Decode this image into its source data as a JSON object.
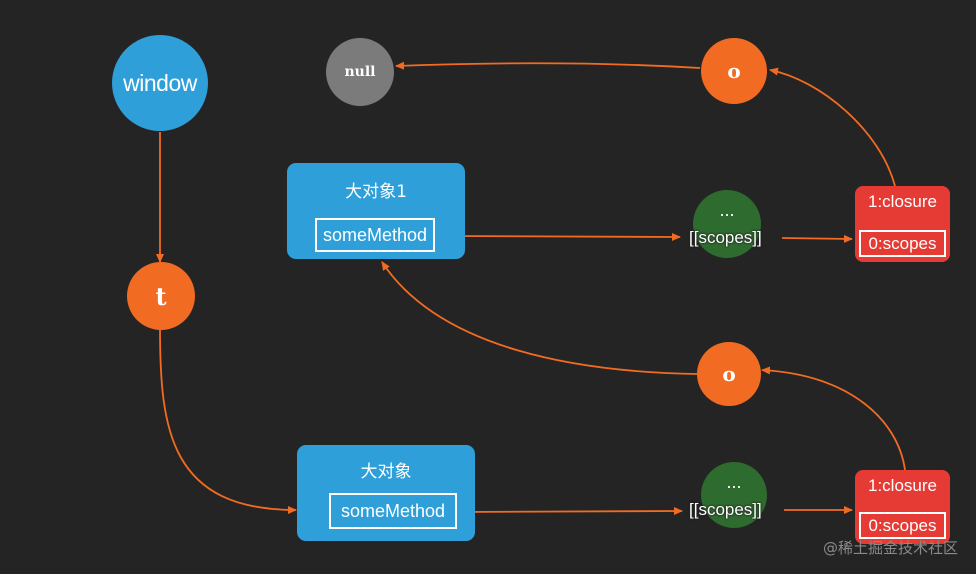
{
  "nodes": {
    "window": "window",
    "null": "null",
    "t": "t",
    "o_top": "o",
    "o_bottom": "o",
    "dots_top": "...",
    "dots_bottom": "..."
  },
  "objects": {
    "top": {
      "title": "大对象1",
      "method": "someMethod"
    },
    "bottom": {
      "title": "大对象",
      "method": "someMethod"
    }
  },
  "scopes_label_top": "[[scopes]]",
  "scopes_label_bottom": "[[scopes]]",
  "closures": {
    "top": {
      "closure": "1:closure",
      "scopes": "0:scopes"
    },
    "bottom": {
      "closure": "1:closure",
      "scopes": "0:scopes"
    }
  },
  "watermark": "@稀土掘金技术社区",
  "colors": {
    "background": "#242424",
    "window": "#2f9fd9",
    "null": "#7b7b7b",
    "variable": "#f26b22",
    "scope_dots": "#2e6b2e",
    "object_box": "#2f9fd9",
    "closure_box": "#e63a35",
    "arrow": "#f26b22"
  }
}
